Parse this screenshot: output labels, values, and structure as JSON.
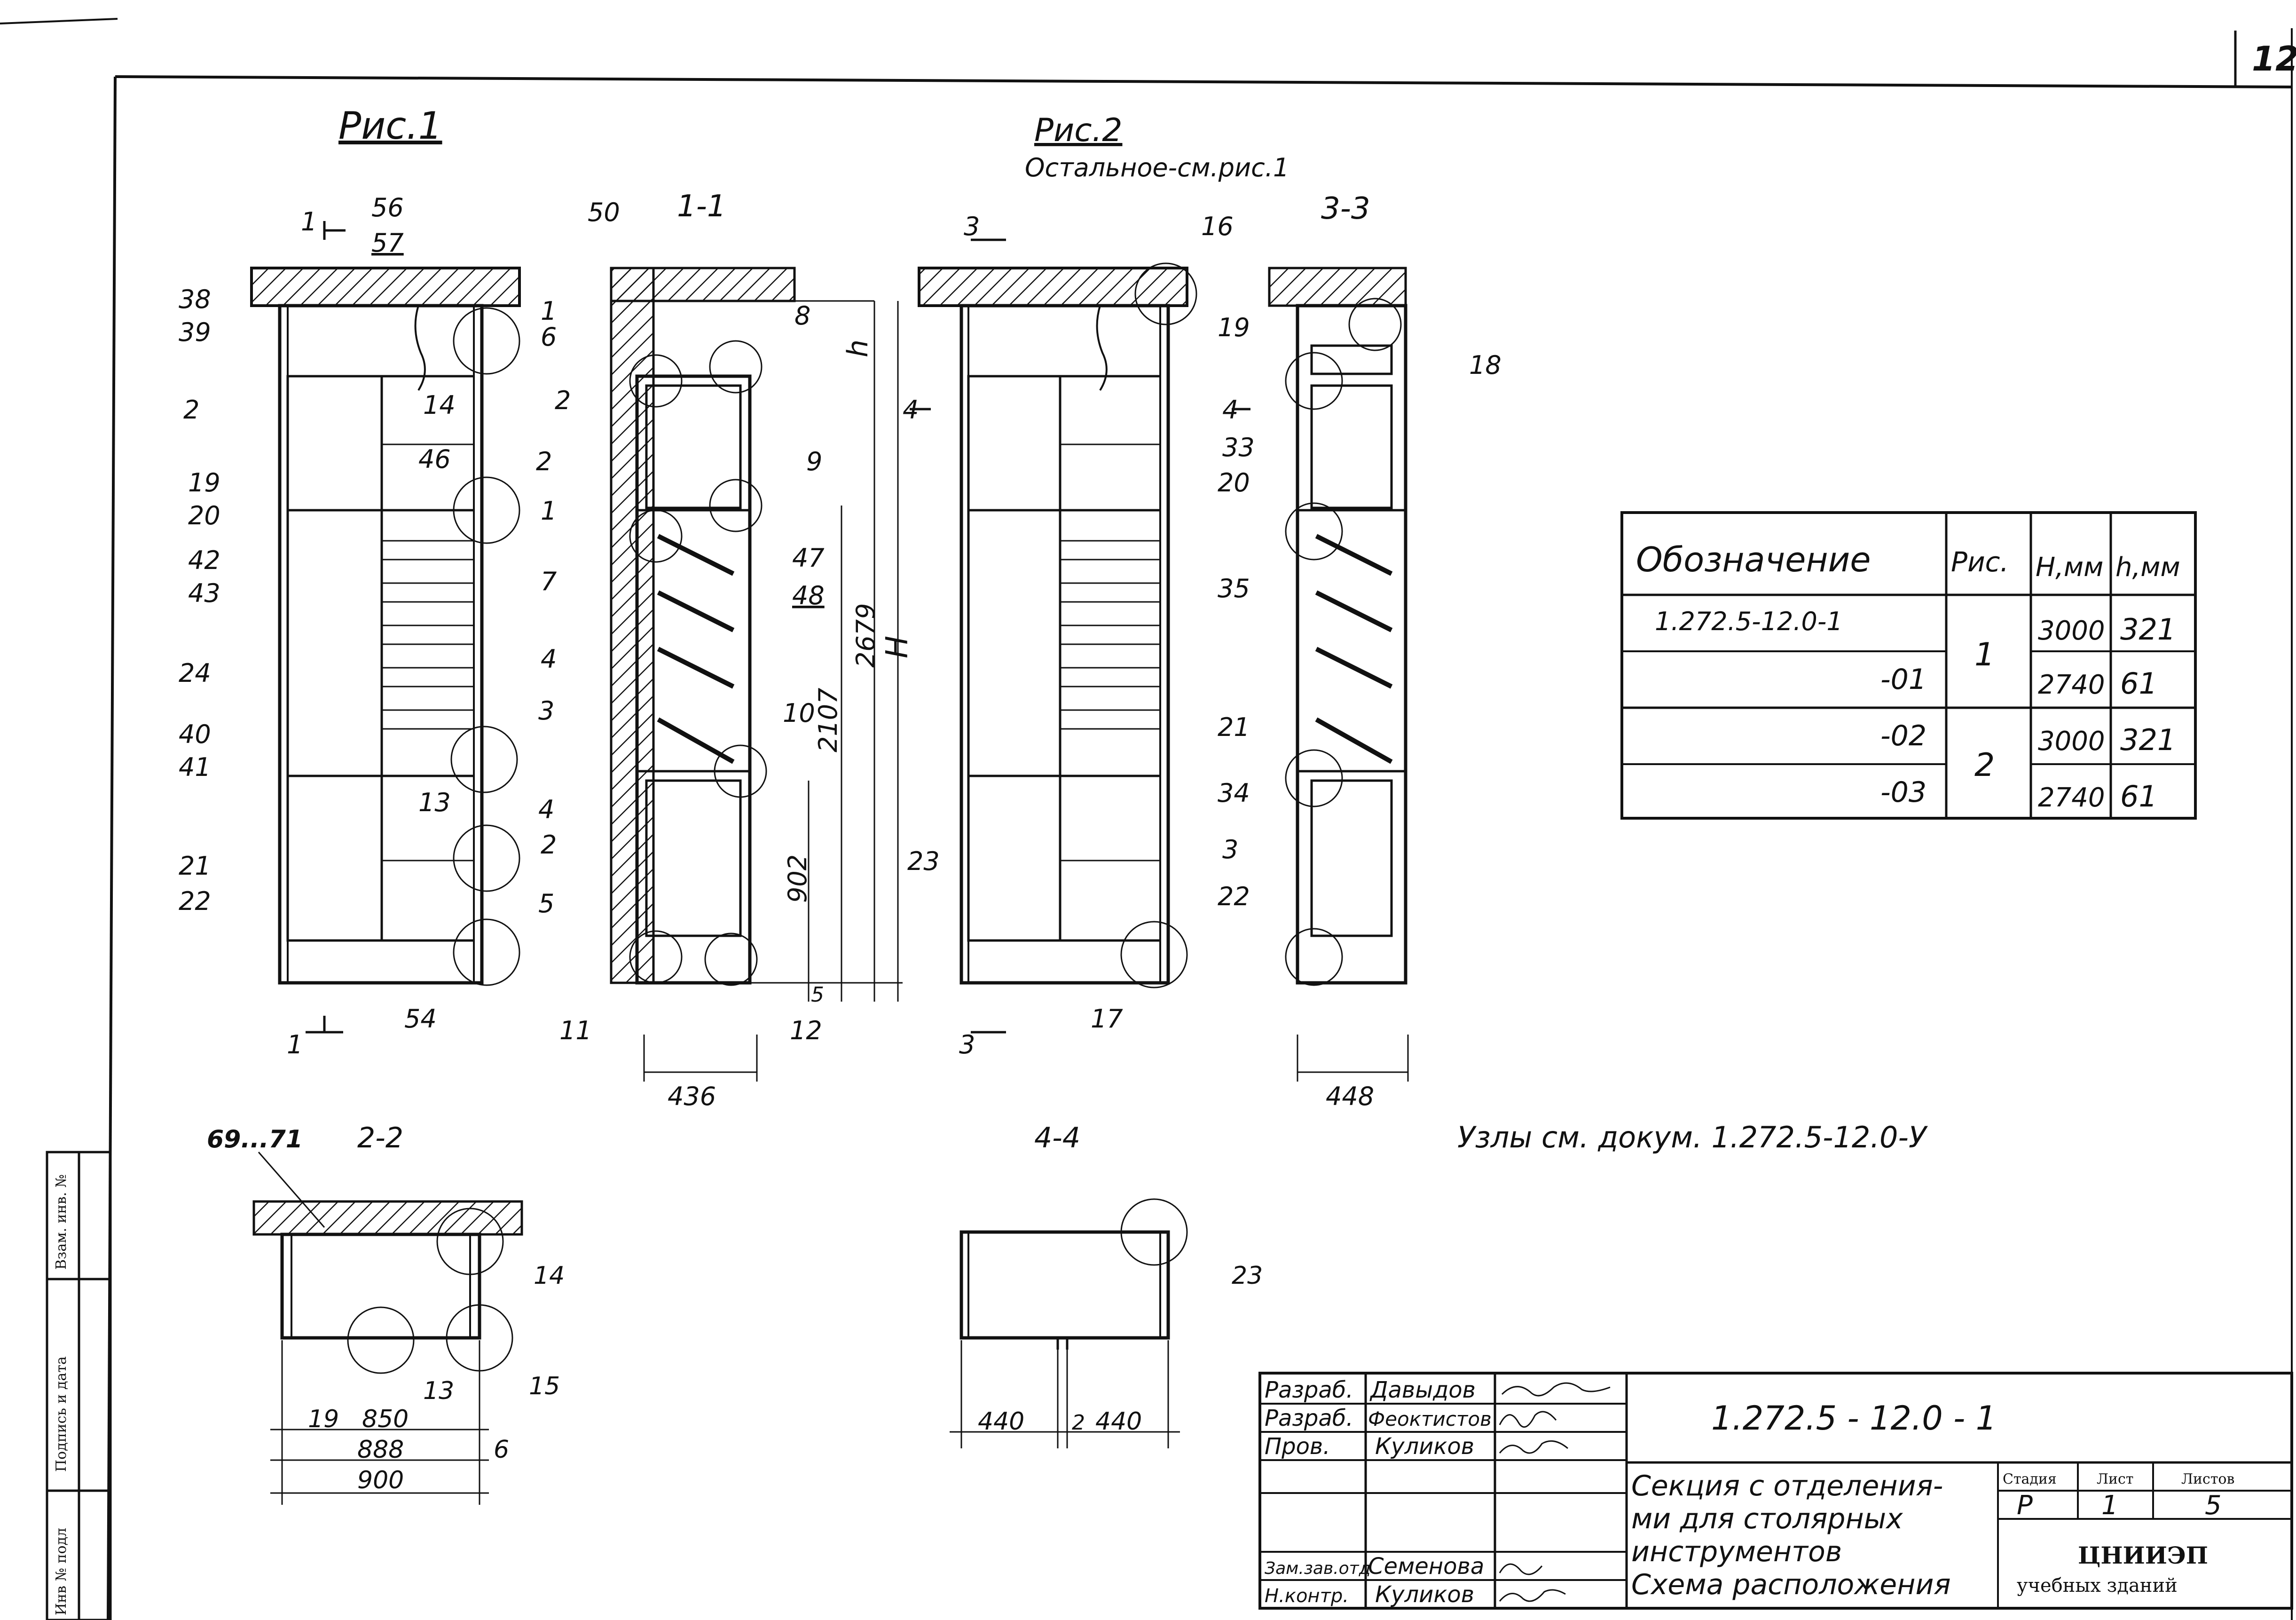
{
  "sheet": {
    "page_number": "12",
    "fig1_title": "Рис.1",
    "fig2_title": "Рис.2",
    "fig2_subtitle": "Остальное-см.рис.1",
    "nodes_note": "Узлы см. докум. 1.272.5-12.0-У"
  },
  "sections": {
    "s11": "1-1",
    "s33": "3-3",
    "s22": "2-2",
    "s44": "4-4",
    "cut1": "1",
    "cut2": "2",
    "cut3": "3",
    "cut4": "4"
  },
  "fig1_callouts": [
    "56",
    "57",
    "38",
    "39",
    "1",
    "2",
    "14",
    "46",
    "19",
    "20",
    "42",
    "43",
    "24",
    "40",
    "41",
    "13",
    "21",
    "22",
    "3",
    "4",
    "5",
    "54"
  ],
  "s11_callouts": [
    "50",
    "6",
    "8",
    "9",
    "1",
    "7",
    "47",
    "48",
    "4",
    "10",
    "2",
    "11",
    "12"
  ],
  "fig2_callouts": [
    "16",
    "23",
    "17"
  ],
  "s33_callouts": [
    "19",
    "18",
    "33",
    "20",
    "35",
    "21",
    "34",
    "3",
    "22"
  ],
  "s22_callouts": [
    "69...71",
    "14",
    "13",
    "15"
  ],
  "s44_callouts": [
    "23"
  ],
  "dimensions": {
    "h": "h",
    "H": "H",
    "d2679": "2679",
    "d2107": "2107",
    "d902": "902",
    "d5": "5",
    "d436": "436",
    "d448": "448",
    "d19": "19",
    "d850": "850",
    "d888": "888",
    "d900": "900",
    "d6": "6",
    "d440a": "440",
    "d2": "2",
    "d440b": "440"
  },
  "table": {
    "headers": [
      "Обозначение",
      "Рис.",
      "H,мм",
      "h,мм"
    ],
    "rows": [
      {
        "designation": "1.272.5-12.0-1",
        "H": "3000",
        "h": "321"
      },
      {
        "designation": "-01",
        "H": "2740",
        "h": "61"
      },
      {
        "designation": "-02",
        "H": "3000",
        "h": "321"
      },
      {
        "designation": "-03",
        "H": "2740",
        "h": "61"
      }
    ],
    "fig_groups": [
      "1",
      "2"
    ]
  },
  "title_block": {
    "code": "1.272.5 - 12.0 - 1",
    "roles": [
      "Разраб.",
      "Разраб.",
      "Пров.",
      "",
      "",
      "Зам.зав.отд",
      "Н.контр."
    ],
    "names": [
      "Давыдов",
      "Феоктистов",
      "Куликов",
      "",
      "",
      "Семенова",
      "Куликов"
    ],
    "title_lines": [
      "Секция с отделения-",
      "ми для столярных",
      "инструментов",
      "Схема расположения"
    ],
    "stage_label": "Стадия",
    "sheet_label": "Лист",
    "sheets_label": "Листов",
    "stage": "Р",
    "sheet": "1",
    "sheets": "5",
    "org": "ЦНИИЭП",
    "org_sub": "учебных зданий"
  },
  "side_stamp": {
    "labels": [
      "Взам. инв. №",
      "Подпись и дата",
      "Инв № подл"
    ]
  }
}
